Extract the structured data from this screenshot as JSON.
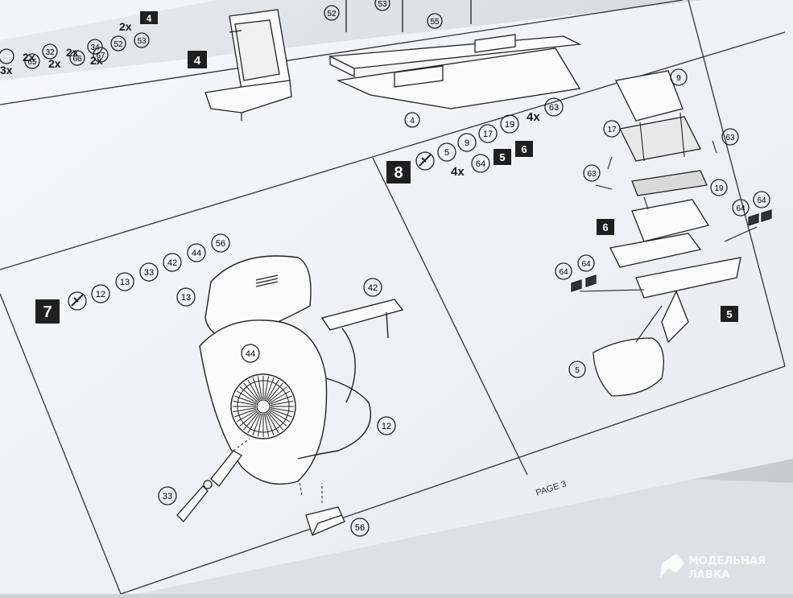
{
  "header_strip": {
    "row1": [
      "2x",
      "2x",
      "2x"
    ],
    "row1_parts": [
      "32",
      "34",
      "52",
      "53"
    ],
    "row1_box": "4",
    "row2": [
      "3x",
      "2x",
      "2x"
    ],
    "row2_parts": [
      "65",
      "66",
      "67"
    ]
  },
  "step4": {
    "step": "4",
    "parts": [
      "52",
      "53",
      "55",
      "4"
    ]
  },
  "step7": {
    "step": "7",
    "header_parts": [
      "12",
      "13",
      "33",
      "42",
      "44",
      "56"
    ],
    "callouts": [
      "13",
      "42",
      "44",
      "12",
      "33",
      "56"
    ]
  },
  "step8": {
    "step": "8",
    "header_parts_row1": [
      "5",
      "9",
      "17",
      "19"
    ],
    "header_mult_1": "4x",
    "header_part_63": "63",
    "header_mult_2": "4x",
    "header_part_64": "64",
    "header_boxes": [
      "5",
      "6"
    ],
    "callouts": {
      "p9": "9",
      "p17": "17",
      "p63a": "63",
      "p63b": "63",
      "p19": "19",
      "p64a": "64",
      "p64b": "64",
      "p64c": "64",
      "p64d": "64",
      "p6": "6",
      "p5box": "5",
      "p5": "5"
    }
  },
  "footer": {
    "page": "PAGE 3"
  },
  "watermark": {
    "line1": "МОДЕЛЬНАЯ",
    "line2": "ЛАВКА"
  }
}
